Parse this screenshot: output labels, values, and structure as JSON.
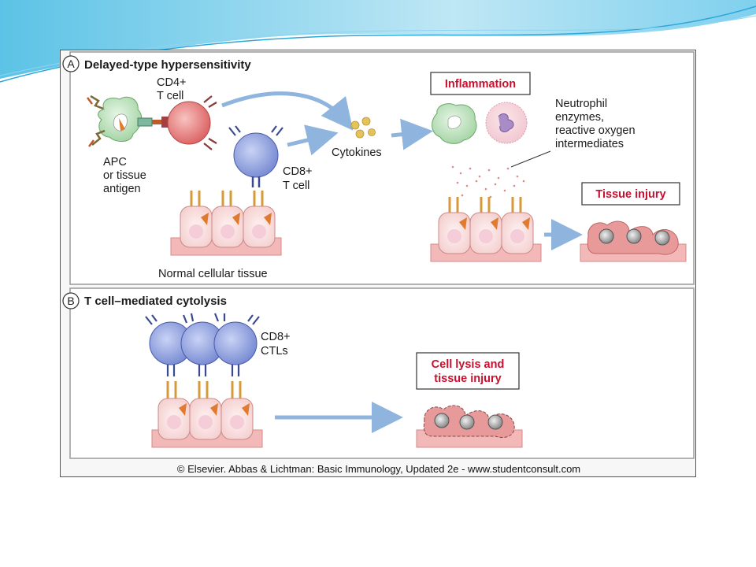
{
  "panel_a": {
    "letter": "A",
    "title": "Delayed-type hypersensitivity",
    "cd4_label_line1": "CD4+",
    "cd4_label_line2": "T cell",
    "apc_label_line1": "APC",
    "apc_label_line2": "or tissue",
    "apc_label_line3": "antigen",
    "cd8_label_line1": "CD8+",
    "cd8_label_line2": "T cell",
    "cytokines_label": "Cytokines",
    "inflammation_label": "Inflammation",
    "neutrophil_line1": "Neutrophil",
    "neutrophil_line2": "enzymes,",
    "neutrophil_line3": "reactive oxygen",
    "neutrophil_line4": "intermediates",
    "tissue_injury_label": "Tissue injury",
    "normal_tissue_label": "Normal cellular tissue"
  },
  "panel_b": {
    "letter": "B",
    "title": "T cell–mediated cytolysis",
    "ctl_label_line1": "CD8+",
    "ctl_label_line2": "CTLs",
    "lysis_label_line1": "Cell lysis and",
    "lysis_label_line2": "tissue injury"
  },
  "credit": "© Elsevier. Abbas & Lichtman: Basic Immunology, Updated 2e - www.studentconsult.com",
  "colors": {
    "boxed_label_text": "#c8102e",
    "arrow": "#8fb4dd",
    "cd4_cell": "#e06b6b",
    "cd8_cell": "#7f93d6",
    "macrophage": "#a8d9a8",
    "tissue_base": "#f0b8b5",
    "slide_wave": "#2aa8d8"
  }
}
